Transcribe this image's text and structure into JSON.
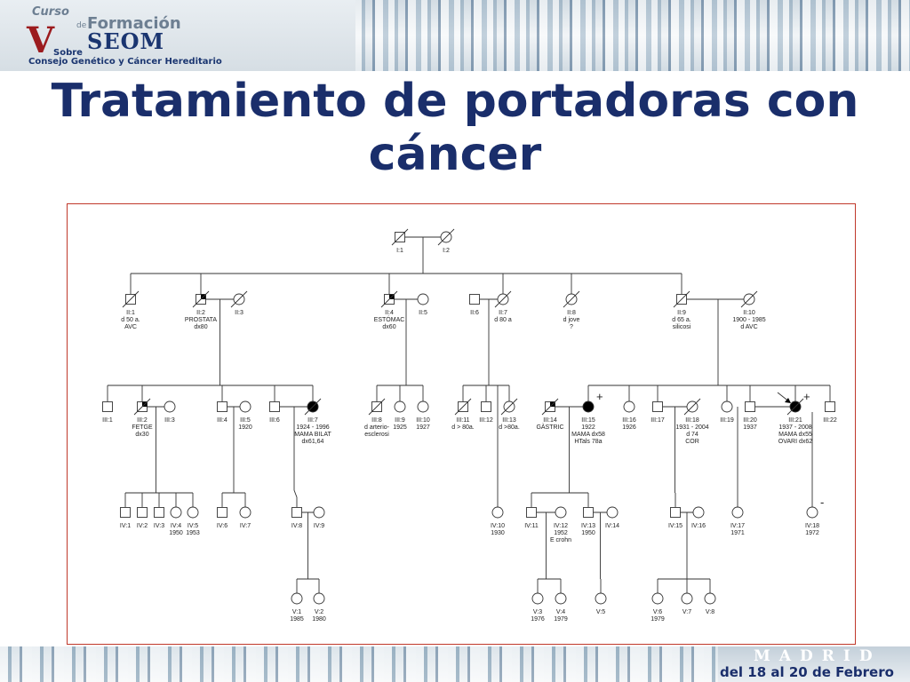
{
  "header": {
    "logo": {
      "curso": "Curso",
      "de": "de",
      "formacion": "Formación",
      "seom": "SEOM",
      "sobre": "Sobre",
      "subtitle": "Consejo Genético y Cáncer Hereditario"
    },
    "title": "Tratamiento de portadoras con cáncer"
  },
  "footer": {
    "city": "MADRID",
    "dates": "del 18 al 20 de Febrero"
  },
  "pedigree": {
    "individuals": [
      {
        "id": "I1",
        "shape": "square",
        "label": "I:1",
        "deceased": true
      },
      {
        "id": "I2",
        "shape": "circle",
        "label": "I:2",
        "deceased": true
      },
      {
        "id": "II1",
        "shape": "square",
        "label": "II:1",
        "info": [
          "d 50 a.",
          "AVC"
        ],
        "deceased": true
      },
      {
        "id": "II2",
        "shape": "square",
        "label": "II:2",
        "info": [
          "PROSTATA",
          "dx80"
        ],
        "deceased": true,
        "affected": "quarter"
      },
      {
        "id": "II3",
        "shape": "circle",
        "label": "II:3",
        "deceased": true
      },
      {
        "id": "II4",
        "shape": "square",
        "label": "II:4",
        "info": [
          "ESTÓMAC",
          "dx60"
        ],
        "deceased": true,
        "affected": "quarter"
      },
      {
        "id": "II5",
        "shape": "circle",
        "label": "II:5"
      },
      {
        "id": "II6",
        "shape": "square",
        "label": "II:6"
      },
      {
        "id": "II7",
        "shape": "circle",
        "label": "II:7",
        "info": [
          "d 80 a"
        ],
        "deceased": true
      },
      {
        "id": "II8",
        "shape": "circle",
        "label": "II:8",
        "info": [
          "d jove",
          "?"
        ],
        "deceased": true
      },
      {
        "id": "II9",
        "shape": "square",
        "label": "II:9",
        "info": [
          "d 65 a.",
          "silicosi"
        ],
        "deceased": true
      },
      {
        "id": "II10",
        "shape": "circle",
        "label": "II:10",
        "info": [
          "1900 - 1985",
          "d AVC"
        ],
        "deceased": true
      },
      {
        "id": "III1",
        "shape": "square",
        "label": "III:1"
      },
      {
        "id": "III2",
        "shape": "square",
        "label": "III:2",
        "info": [
          "FETGE",
          "dx30"
        ],
        "deceased": true,
        "affected": "quarter"
      },
      {
        "id": "III3",
        "shape": "circle",
        "label": "III:3"
      },
      {
        "id": "III4",
        "shape": "square",
        "label": "III:4"
      },
      {
        "id": "III5",
        "shape": "circle",
        "label": "III:5",
        "info": [
          "1920"
        ]
      },
      {
        "id": "III6",
        "shape": "square",
        "label": "III:6"
      },
      {
        "id": "III7",
        "shape": "circle",
        "label": "III:7",
        "info": [
          "1924 - 1996",
          "MAMA BILAT",
          "dx61,64"
        ],
        "deceased": true,
        "affected": "full"
      },
      {
        "id": "III8",
        "shape": "square",
        "label": "III:8",
        "info": [
          "d arterio-",
          "esclerosi"
        ],
        "deceased": true
      },
      {
        "id": "III9",
        "shape": "circle",
        "label": "III:9",
        "info": [
          "1925"
        ]
      },
      {
        "id": "III10",
        "shape": "circle",
        "label": "III:10",
        "info": [
          "1927"
        ]
      },
      {
        "id": "III11",
        "shape": "square",
        "label": "III:11",
        "info": [
          "d > 80a."
        ],
        "deceased": true
      },
      {
        "id": "III12",
        "shape": "square",
        "label": "III:12"
      },
      {
        "id": "III13",
        "shape": "circle",
        "label": "III:13",
        "info": [
          "d >80a."
        ],
        "deceased": true
      },
      {
        "id": "III14",
        "shape": "square",
        "label": "III:14",
        "info": [
          "GÀSTRIC"
        ],
        "deceased": true,
        "affected": "quarter"
      },
      {
        "id": "III15",
        "shape": "circle",
        "label": "III:15",
        "info": [
          "1922",
          "MAMA dx58",
          "HTals 78a"
        ],
        "affected": "full",
        "mark": "+"
      },
      {
        "id": "III16",
        "shape": "circle",
        "label": "III:16",
        "info": [
          "1926"
        ]
      },
      {
        "id": "III17",
        "shape": "square",
        "label": "III:17"
      },
      {
        "id": "III18",
        "shape": "circle",
        "label": "III:18",
        "info": [
          "1931 - 2004",
          "d 74",
          "COR"
        ],
        "deceased": true
      },
      {
        "id": "III19",
        "shape": "circle",
        "label": "III:19"
      },
      {
        "id": "III20",
        "shape": "square",
        "label": "III:20",
        "info": [
          "1937"
        ]
      },
      {
        "id": "III21",
        "shape": "circle",
        "label": "III:21",
        "info": [
          "1937 - 2008",
          "MAMA dx55",
          "OVARI dx62"
        ],
        "deceased": true,
        "affected": "full",
        "mark": "+",
        "proband": true
      },
      {
        "id": "III22",
        "shape": "square",
        "label": "III:22"
      },
      {
        "id": "IV1",
        "shape": "square",
        "label": "IV:1"
      },
      {
        "id": "IV2",
        "shape": "square",
        "label": "IV:2"
      },
      {
        "id": "IV3",
        "shape": "square",
        "label": "IV:3"
      },
      {
        "id": "IV4",
        "shape": "circle",
        "label": "IV:4",
        "info": [
          "1950"
        ]
      },
      {
        "id": "IV5",
        "shape": "circle",
        "label": "IV:5",
        "info": [
          "1953"
        ]
      },
      {
        "id": "IV6",
        "shape": "square",
        "label": "IV:6"
      },
      {
        "id": "IV7",
        "shape": "circle",
        "label": "IV:7"
      },
      {
        "id": "IV8",
        "shape": "square",
        "label": "IV:8"
      },
      {
        "id": "IV9",
        "shape": "circle",
        "label": "IV:9"
      },
      {
        "id": "IV10",
        "shape": "circle",
        "label": "IV:10",
        "info": [
          "1930"
        ]
      },
      {
        "id": "IV11",
        "shape": "square",
        "label": "IV:11"
      },
      {
        "id": "IV12",
        "shape": "circle",
        "label": "IV:12",
        "info": [
          "1952",
          "E crohn"
        ]
      },
      {
        "id": "IV13",
        "shape": "square",
        "label": "IV:13",
        "info": [
          "1950"
        ]
      },
      {
        "id": "IV14",
        "shape": "circle",
        "label": "IV:14"
      },
      {
        "id": "IV15",
        "shape": "square",
        "label": "IV:15"
      },
      {
        "id": "IV16",
        "shape": "circle",
        "label": "IV:16"
      },
      {
        "id": "IV17",
        "shape": "circle",
        "label": "IV:17",
        "info": [
          "1971"
        ]
      },
      {
        "id": "IV18",
        "shape": "circle",
        "label": "IV:18",
        "info": [
          "1972"
        ],
        "mark": "-"
      },
      {
        "id": "V1",
        "shape": "circle",
        "label": "V:1",
        "info": [
          "1985"
        ]
      },
      {
        "id": "V2",
        "shape": "circle",
        "label": "V:2",
        "info": [
          "1980"
        ]
      },
      {
        "id": "V3",
        "shape": "circle",
        "label": "V:3",
        "info": [
          "1976"
        ]
      },
      {
        "id": "V4",
        "shape": "circle",
        "label": "V:4",
        "info": [
          "1979"
        ]
      },
      {
        "id": "V5",
        "shape": "circle",
        "label": "V:5"
      },
      {
        "id": "V6",
        "shape": "circle",
        "label": "V:6",
        "info": [
          "1979"
        ]
      },
      {
        "id": "V7",
        "shape": "circle",
        "label": "V:7"
      },
      {
        "id": "V8",
        "shape": "circle",
        "label": "V:8"
      }
    ]
  }
}
